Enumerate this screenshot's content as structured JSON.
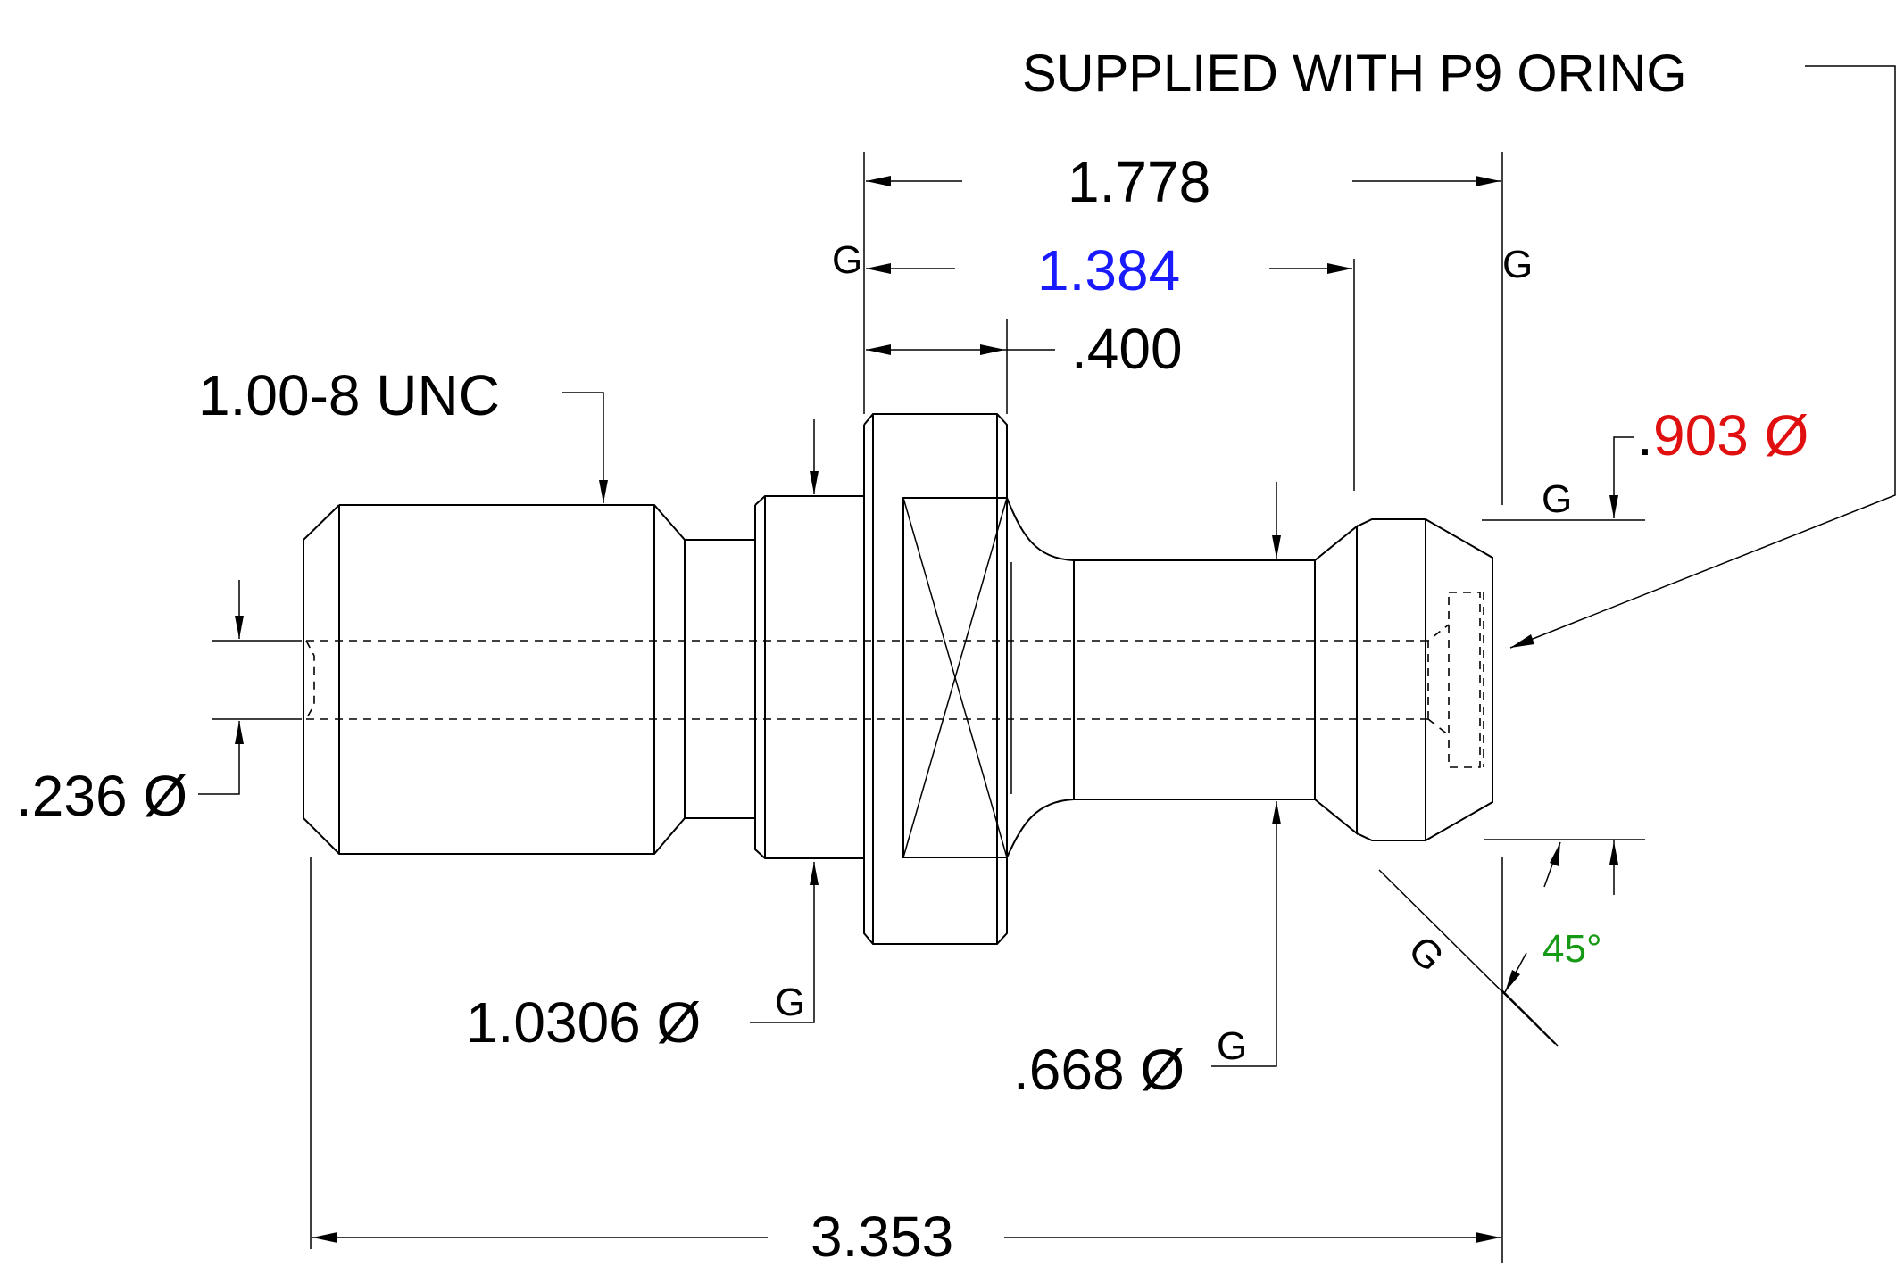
{
  "notes": {
    "supplied": "SUPPLIED WITH P9 ORING"
  },
  "dimensions": {
    "overall_length": "3.353",
    "flange_to_end": "1.778",
    "flange_to_neck": "1.384",
    "flange_width": ".400",
    "thread": "1.00-8 UNC",
    "bore": ".236 Ø",
    "shoulder_dia": "1.0306 Ø",
    "neck_dia": ".668 Ø",
    "head_dia_prefix": ".",
    "head_dia_value": "903 Ø",
    "angle": "45°"
  },
  "grind_marks": {
    "g": "G"
  },
  "colors": {
    "black": "#000000",
    "blue": "#1a1aff",
    "red": "#e01010",
    "green": "#169a16"
  }
}
